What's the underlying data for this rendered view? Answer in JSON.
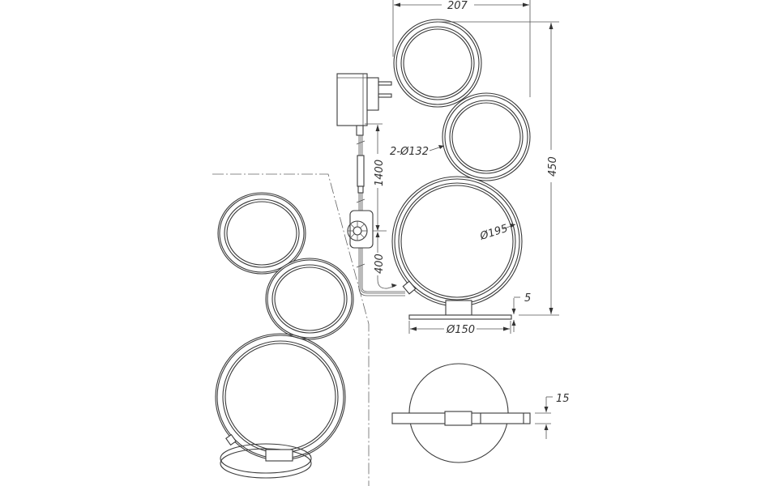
{
  "diagram": {
    "type": "technical-dimension-drawing",
    "subject": "LED ring table lamp with plug adapter and inline dimmer",
    "dimensions": {
      "width": "207",
      "height": "450",
      "small_rings": "2-Ø132",
      "large_ring": "Ø195",
      "base_diameter": "Ø150",
      "base_thickness": "5",
      "cable_to_switch": "1400",
      "switch_to_lamp": "400",
      "top_view_thickness": "15"
    },
    "views": {
      "perspective": "perspective-view",
      "front": "front-elevation",
      "top": "top-view"
    },
    "components": [
      "plug-adapter",
      "cable",
      "inline-dimmer-switch",
      "ring-lamp",
      "base"
    ]
  }
}
